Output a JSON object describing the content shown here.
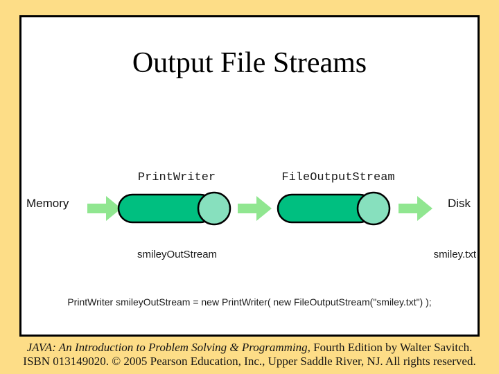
{
  "slide": {
    "title": "Output File Streams",
    "diagram": {
      "class_label_1": "PrintWriter",
      "class_label_2": "FileOutputStream",
      "memory_label": "Memory",
      "disk_label": "Disk",
      "object_label": "smileyOutStream",
      "file_label": "smiley.txt",
      "code_line": "PrintWriter smileyOutStream = new PrintWriter( new FileOutputStream(\"smiley.txt\") );"
    }
  },
  "footer": {
    "book_title": "JAVA: An Introduction to Problem Solving & Programming,",
    "edition_text": " Fourth Edition by Walter Savitch.",
    "copyright_text": "ISBN 013149020. © 2005 Pearson Education, Inc., Upper Saddle River, NJ. All rights reserved."
  },
  "colors": {
    "background_tan": "#FDDD87",
    "slide_white": "#FFFFFF",
    "border_black": "#000000",
    "arrow_green": "#90E690",
    "pipe_body_green": "#00BF80",
    "pipe_cap_mint": "#87E0BE"
  },
  "icons": {
    "arrows": "right-block-arrow-icon",
    "pipes": "stream-pipe-cylinder-icon"
  }
}
